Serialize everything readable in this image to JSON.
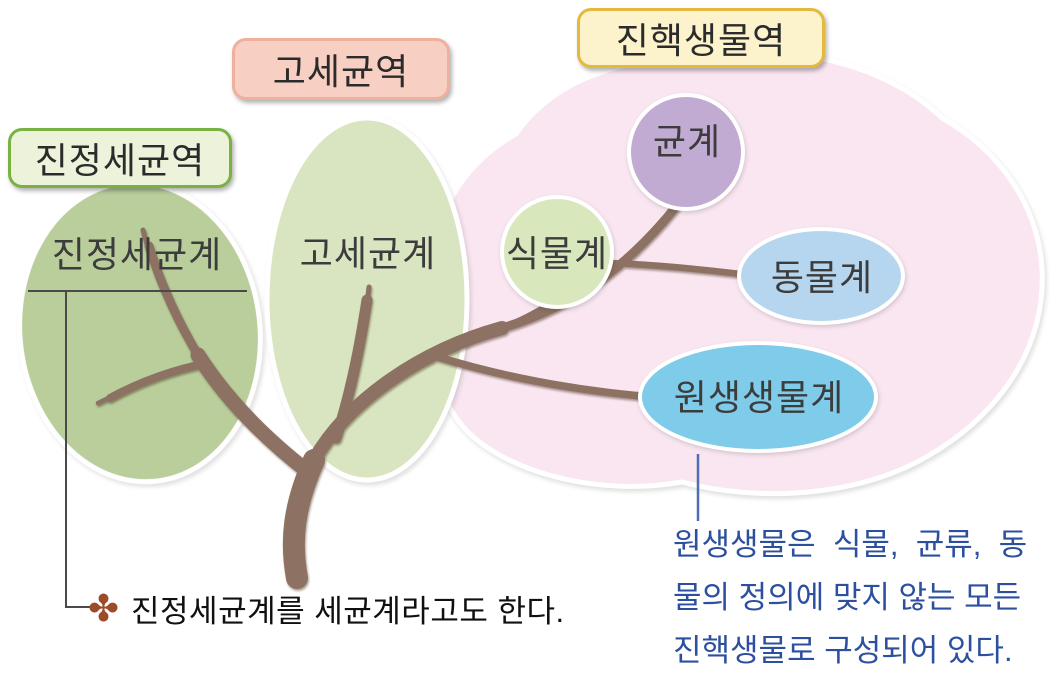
{
  "domain_labels": {
    "eubacteria_domain": "진정세균역",
    "archaea_domain": "고세균역",
    "eukarya_domain": "진핵생물역"
  },
  "kingdom_labels": {
    "eubacteria": "진정세균계",
    "archaea": "고세균계",
    "fungi": "균계",
    "plantae": "식물계",
    "animalia": "동물계",
    "protista": "원생생물계"
  },
  "annotations": {
    "eubacteria_note_icon": "✤",
    "eubacteria_note": "진정세균계를 세균계라고도 한다.",
    "protista_note_line1": "원생생물은  식물,  균류,  동",
    "protista_note_line2": "물의 정의에 맞지 않는 모든",
    "protista_note_line3": "진핵생물로 구성되어 있다."
  },
  "colors": {
    "eubacteria_domain_border": "#79b242",
    "eubacteria_domain_fill": "#edf3da",
    "archaea_domain_fill": "#f8cfc3",
    "archaea_domain_border": "#eeb19e",
    "eukarya_domain_fill": "#fcf3cc",
    "eukarya_domain_border": "#e3b93e",
    "eubacteria_blob": "#b9ce9b",
    "archaea_blob": "#d8e5c0",
    "eukarya_blob": "#f9e6f1",
    "fungi_circle": "#c2abd2",
    "plantae_circle": "#d9e7bd",
    "animalia_ellipse": "#b5d6ee",
    "protista_ellipse": "#7ecbea",
    "branch": "#8d7263",
    "note_text_blue": "#2c509f",
    "note_icon_brown": "#9d4b28"
  }
}
